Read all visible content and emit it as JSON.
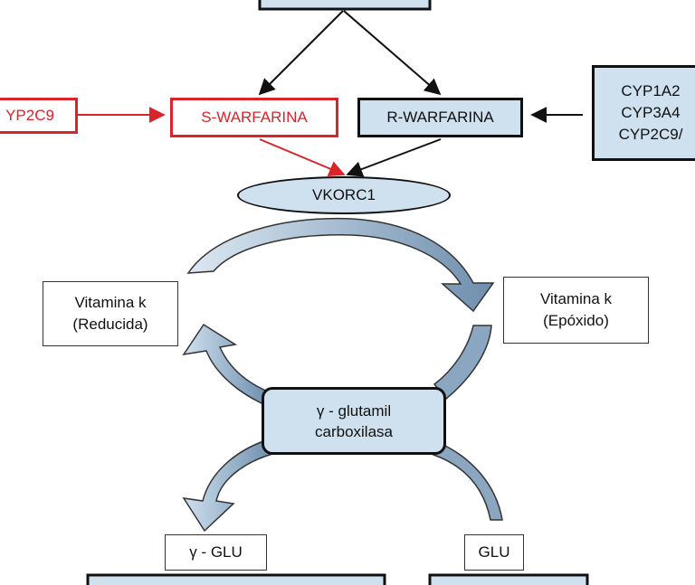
{
  "nodes": {
    "cyp2c9_left": "YP2C9",
    "s_warfarina": "S-WARFARINA",
    "r_warfarina": "R-WARFARINA",
    "cyp_right": [
      "CYP1A2",
      "CYP3A4",
      "CYP2C9/"
    ],
    "vkorc1": "VKORC1",
    "vitamina_reducida": [
      "Vitamina k",
      "(Reducida)"
    ],
    "vitamina_epoxido": [
      "Vitamina k",
      "(Epóxido)"
    ],
    "enzyme": [
      "γ - glutamil",
      "carboxilasa"
    ],
    "gamma_glu": "γ - GLU",
    "glu": "GLU"
  },
  "colors": {
    "box_fill": "#cfe0ef",
    "red": "#d9242a",
    "arrow_fill_dark": "#6e8fae",
    "arrow_fill_light": "#cfe0ef"
  }
}
